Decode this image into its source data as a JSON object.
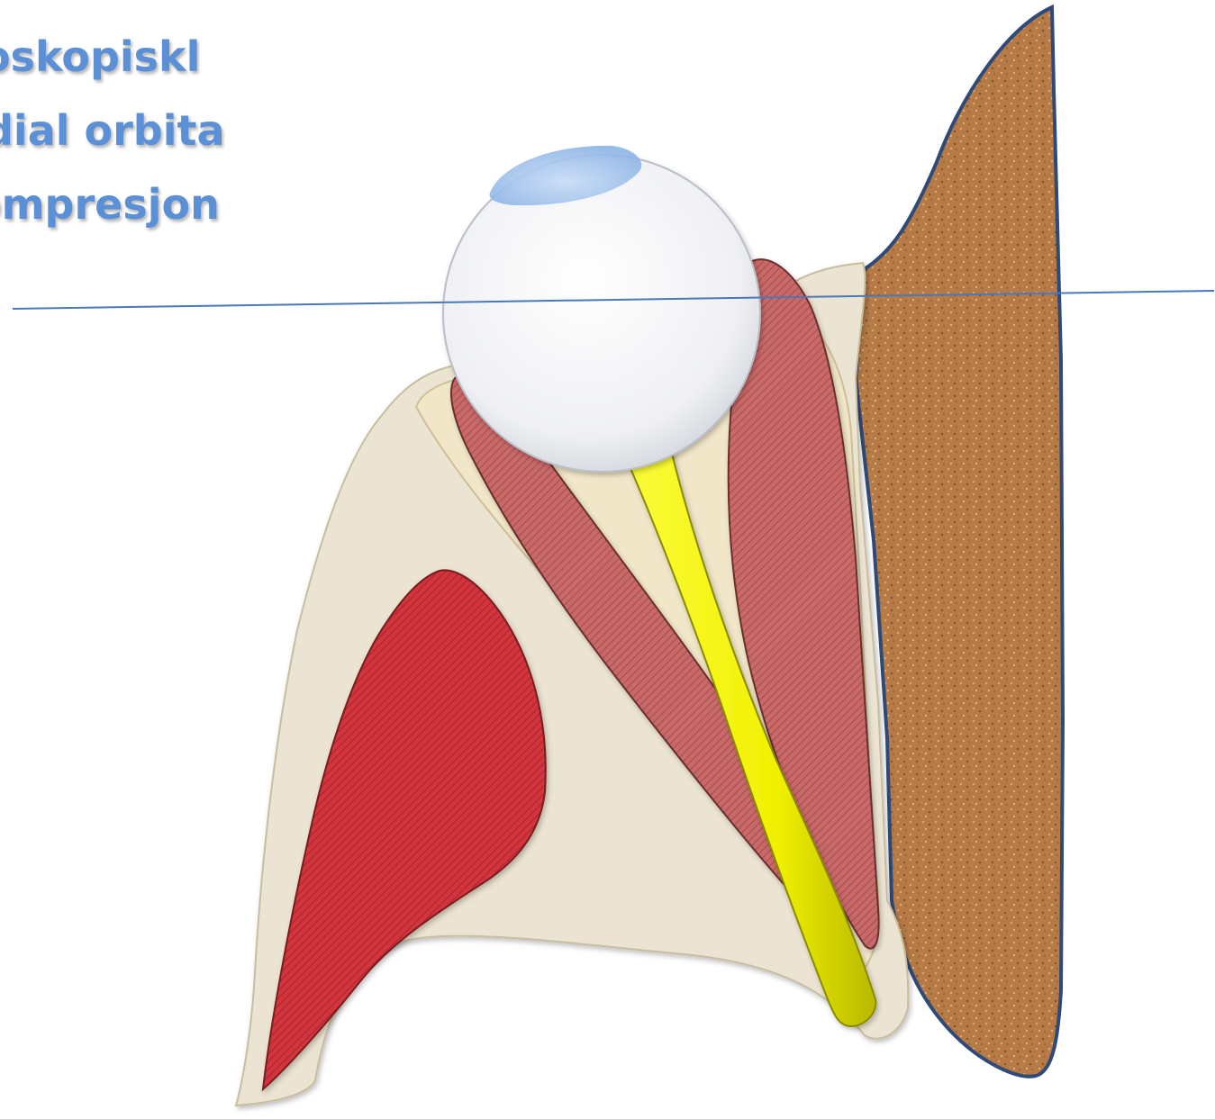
{
  "title": {
    "lines": [
      "oskopiskl",
      "dial orbita",
      "ompresjon"
    ]
  },
  "colors": {
    "title_text": "#5b8fd6",
    "bone": "#ece4d2",
    "orbital_fat": "#f1e6c8",
    "muscle": "#c96b6b",
    "maxillary_muscle": "#d2363c",
    "optic_nerve": "#f2f200",
    "eyeball": "#f2f3f5",
    "cornea": "#a9c8ee",
    "cork_tissue": "#b57a46",
    "outline": "#2e4a78",
    "reference_line": "#4a78b8"
  }
}
